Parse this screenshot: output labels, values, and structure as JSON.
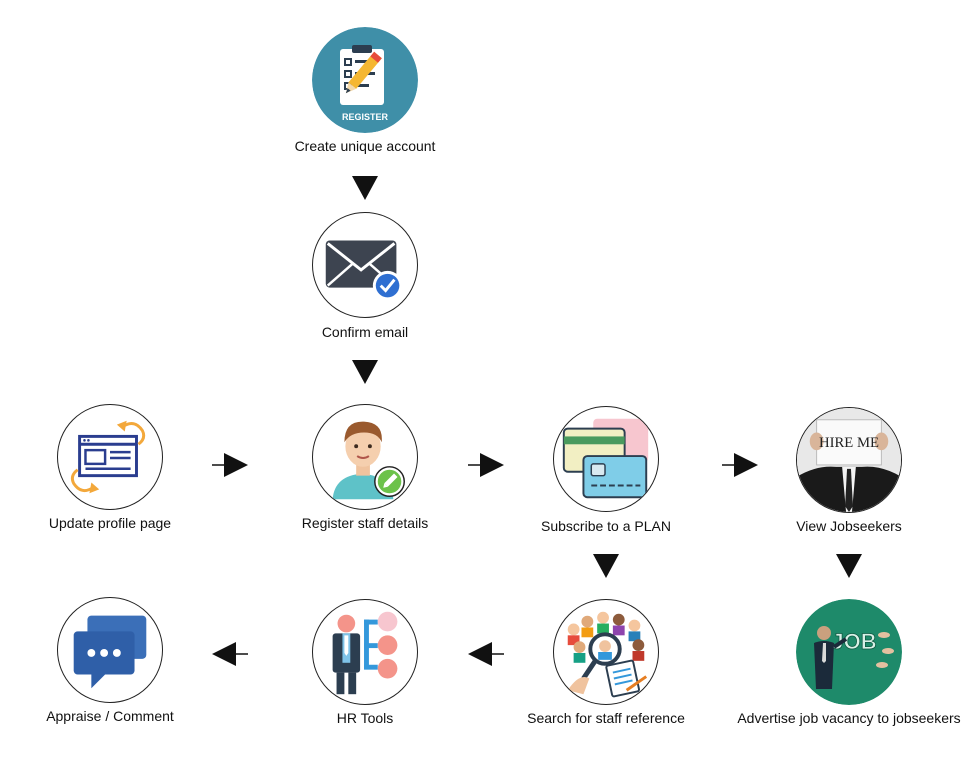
{
  "steps": {
    "create_account": {
      "label": "Create unique account",
      "icon": "register-clipboard-icon",
      "icon_text": "REGISTER"
    },
    "confirm_email": {
      "label": "Confirm email",
      "icon": "envelope-check-icon"
    },
    "register_staff": {
      "label": "Register staff details",
      "icon": "staff-profile-edit-icon"
    },
    "update_profile": {
      "label": "Update profile page",
      "icon": "profile-refresh-icon"
    },
    "subscribe_plan": {
      "label": "Subscribe to a PLAN",
      "icon": "credit-cards-icon"
    },
    "view_jobseekers": {
      "label": "View Jobseekers",
      "icon": "hire-me-sign-photo",
      "photo_text": "HIRE ME"
    },
    "advertise_job": {
      "label": "Advertise job vacancy to jobseekers",
      "icon": "job-advert-photo",
      "photo_text": "JOB"
    },
    "search_staff": {
      "label": "Search for staff reference",
      "icon": "crowd-magnifier-icon"
    },
    "hr_tools": {
      "label": "HR Tools",
      "icon": "hr-org-chart-icon"
    },
    "appraise": {
      "label": "Appraise / Comment",
      "icon": "chat-bubbles-icon"
    }
  },
  "colors": {
    "register_bg": "#3f8fa8",
    "arrow": "#111111",
    "envelope": "#3d4450",
    "check": "#2f6fd1",
    "chat": "#2f5fa8",
    "job_green": "#1e8a6a"
  }
}
